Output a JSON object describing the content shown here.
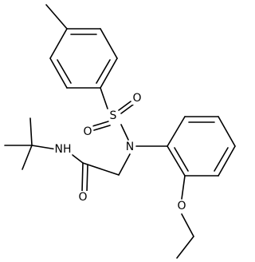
{
  "molecule": {
    "atoms": {
      "nh": "NH",
      "o_amide": "O",
      "s": "S",
      "o_sulfonyl_1": "O",
      "o_sulfonyl_2": "O",
      "n": "N",
      "o_ether": "O"
    },
    "colors": {
      "line": "#000000",
      "background": "#ffffff"
    }
  }
}
